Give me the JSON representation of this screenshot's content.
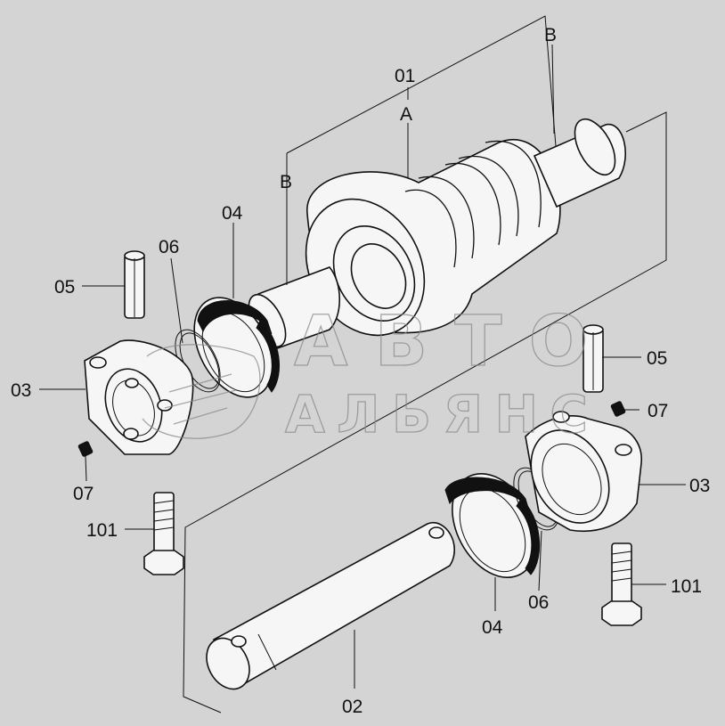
{
  "labels": {
    "part_01": "01",
    "view_A": "A",
    "view_B_top": "B",
    "view_B_left": "B",
    "part_02": "02",
    "part_03_left": "03",
    "part_03_right": "03",
    "part_04_left": "04",
    "part_04_right": "04",
    "part_05_left": "05",
    "part_05_right": "05",
    "part_06_left": "06",
    "part_06_right": "06",
    "part_07_left": "07",
    "part_07_right": "07",
    "part_101_left": "101",
    "part_101_right": "101"
  },
  "watermark": {
    "line1": "АВТО",
    "line2": "АЛЬЯНС"
  },
  "colors": {
    "background": "#d4d4d4",
    "part_fill": "#f6f6f6",
    "ink": "#111111",
    "watermark": "#8a8a8a"
  }
}
